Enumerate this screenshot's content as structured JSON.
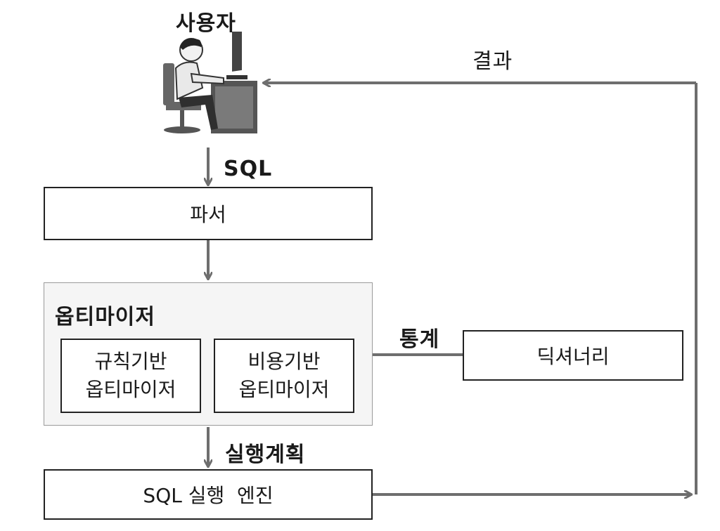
{
  "user": {
    "label": "사용자",
    "icon": "user-at-computer-icon"
  },
  "edges": {
    "sql": "SQL",
    "result": "결과",
    "statistics": "통계",
    "plan": "실행계획"
  },
  "parser": {
    "label": "파서"
  },
  "optimizer": {
    "title": "옵티마이저",
    "rule_based": {
      "line1": "규칙기반",
      "line2": "옵티마이저"
    },
    "cost_based": {
      "line1": "비용기반",
      "line2": "옵티마이저"
    }
  },
  "dictionary": {
    "label": "딕셔너리"
  },
  "engine": {
    "label": "SQL 실행  엔진"
  },
  "colors": {
    "line": "#6e6e6e",
    "box_border": "#222222",
    "frame_border": "#9a9a9a",
    "frame_fill": "#f5f5f5"
  }
}
